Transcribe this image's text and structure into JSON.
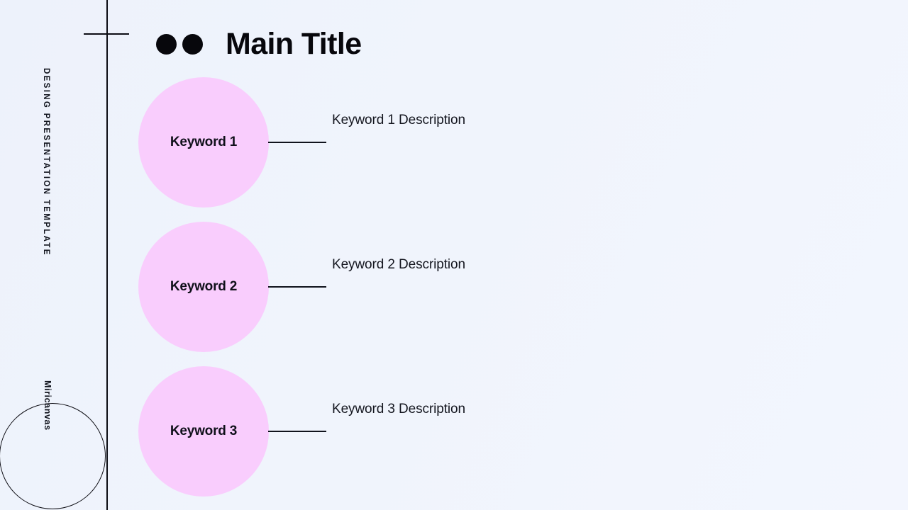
{
  "slide": {
    "background_color": "#eff4fb",
    "accent_color": "#f9cdfd",
    "ink_color": "#0d0d14"
  },
  "header": {
    "title": "Main Title",
    "bullet_left": "●",
    "bullet_right": "●"
  },
  "side": {
    "template_label": "DESING PRESENTATION TEMPLATE",
    "brand_label": "Miricanvas"
  },
  "items": [
    {
      "keyword": "Keyword 1",
      "description": "Keyword 1 Description"
    },
    {
      "keyword": "Keyword 2",
      "description": "Keyword 2 Description"
    },
    {
      "keyword": "Keyword 3",
      "description": "Keyword 3 Description"
    }
  ]
}
